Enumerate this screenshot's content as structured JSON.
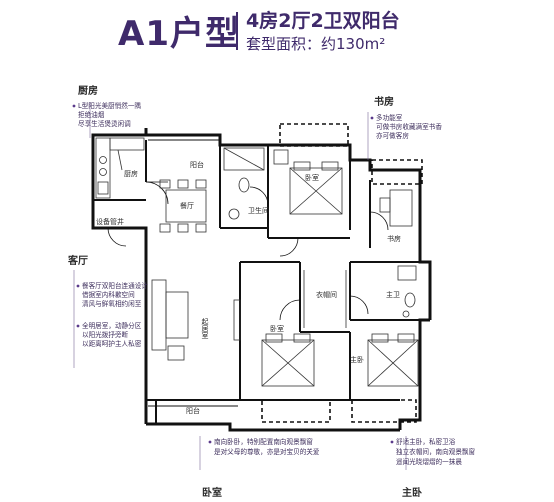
{
  "header": {
    "title": "A1户型",
    "layout_name": "4房2厅2卫双阳台",
    "area_label": "套型面积：约130m²"
  },
  "sections": {
    "kitchen": "厨房",
    "study": "书房",
    "living": "客厅",
    "bedroom": "卧室",
    "master": "主卧"
  },
  "notes": {
    "kitchen": [
      "L型阳光美厨悄然一隅",
      "拒绝油烟",
      "尽享生活煲烫闲调"
    ],
    "study": [
      "多功能室",
      "可做书房收藏满室书香",
      "亦可做客房"
    ],
    "living_1": [
      "餐客厅双阳台连通设计",
      "借据室内科歉空间",
      "清风与鲜氧相约闲至"
    ],
    "living_2": [
      "全明居室，动静分区",
      "以阳光拨抒旁断",
      "以距离呵护主人私密"
    ],
    "bedroom": [
      "南向卧卧，特别配置南向观景飘窗",
      "是对父母的尊敬，亦是对宝贝的关爱"
    ],
    "master": [
      "舒适主卧，私密卫浴",
      "独立衣帽间，南向观景飘窗",
      "遥闻光晓熠熠的一抹晨"
    ]
  },
  "rooms": {
    "kitchen": "厨房",
    "balcony_top": "阳台",
    "dining": "餐厅",
    "bathroom": "卫生间",
    "bedroom_top": "卧室",
    "study": "书房",
    "pipe_well": "设备管井",
    "living": "起居室",
    "wardrobe": "衣帽间",
    "master_bath": "主卫",
    "bedroom_bottom": "卧室",
    "master_bedroom": "主卧",
    "balcony_bottom": "阳台"
  },
  "colors": {
    "brand": "#3f2a6b",
    "wall": "#111111",
    "accent_dot": "#5b3b8c"
  }
}
